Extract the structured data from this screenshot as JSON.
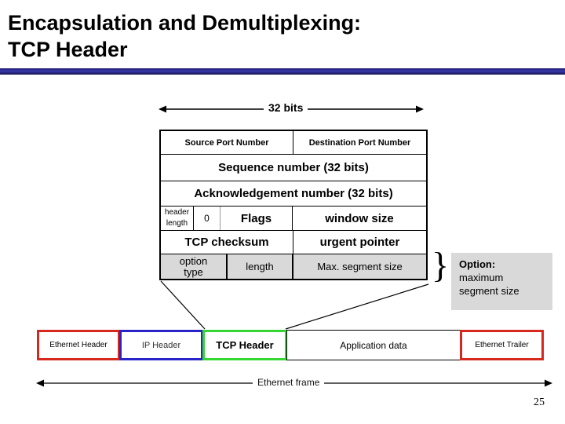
{
  "slide": {
    "title_line1": "Encapsulation and Demultiplexing:",
    "title_line2": "TCP Header",
    "page_number": "25"
  },
  "tcp_header_diagram": {
    "width_label": "32 bits",
    "table": {
      "source_port": "Source Port Number",
      "destination_port": "Destination Port Number",
      "sequence": "Sequence number (32 bits)",
      "acknowledgement": "Acknowledgement number (32 bits)",
      "header_length_line1": "header",
      "header_length_line2": "length",
      "reserved_zero": "0",
      "flags": "Flags",
      "window_size": "window size",
      "tcp_checksum": "TCP checksum",
      "urgent_pointer": "urgent pointer",
      "option_type_line1": "option",
      "option_type_line2": "type",
      "option_length": "length",
      "max_segment_size": "Max. segment size"
    },
    "brace_glyph": "}",
    "option_note": {
      "line1": "Option:",
      "line2": "maximum",
      "line3": "segment size"
    }
  },
  "ethernet_frame": {
    "segments": [
      {
        "label": "Ethernet Header"
      },
      {
        "label": "IP Header"
      },
      {
        "label": "TCP Header"
      },
      {
        "label": "Application data"
      },
      {
        "label": "Ethernet Trailer"
      }
    ],
    "frame_label": "Ethernet frame"
  },
  "colors": {
    "ethernet_border": "#d6281c",
    "ip_border": "#2824c8",
    "tcp_border": "#35d631",
    "application_border": "#000000",
    "option_row_fill": "#d9d9d9",
    "option_note_fill": "#d9d9d9",
    "title_bar_blue": "#2e2e9e"
  }
}
